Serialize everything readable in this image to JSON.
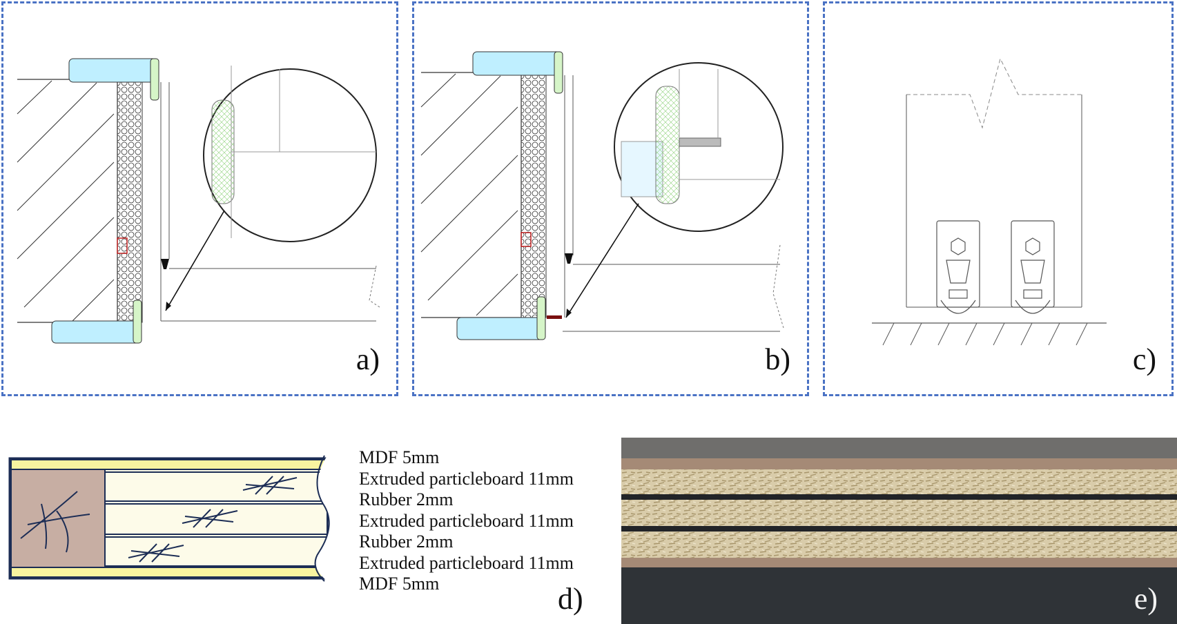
{
  "panels": {
    "a": {
      "label": "a)"
    },
    "b": {
      "label": "b)"
    },
    "c": {
      "label": "c)"
    },
    "d": {
      "label": "d)"
    },
    "e": {
      "label": "e)"
    }
  },
  "layers": [
    "MDF 5mm",
    "Extruded particleboard 11mm",
    "Rubber 2mm",
    "Extruded particleboard 11mm",
    "Rubber 2mm",
    "Extruded particleboard 11mm",
    "MDF 5mm"
  ],
  "colors": {
    "dashed_border": "#4a72c4",
    "gasket_fill": "#bfefff",
    "seal_fill": "#d6f5c8",
    "mdf_core": "#c7aea3",
    "board_fill": "#fdfbe9",
    "rubber_line": "#1c2d55",
    "veneer": "#f8f4a0"
  }
}
